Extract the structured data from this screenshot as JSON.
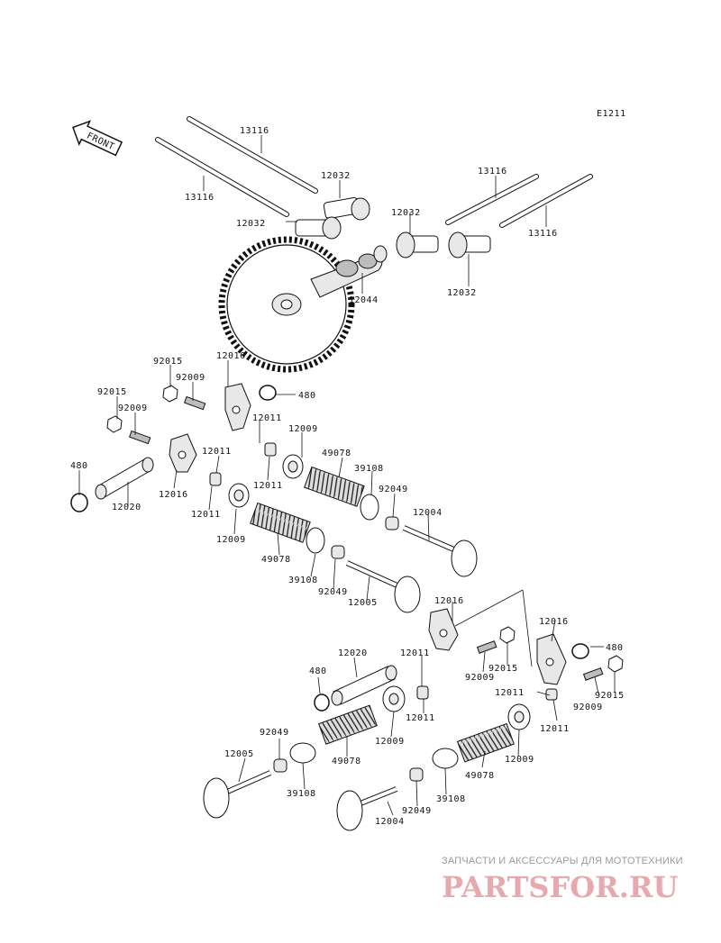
{
  "diagram_code": "E1211",
  "front_label": "FRONT",
  "labels": {
    "pushrod_a": "13116",
    "pushrod_b": "13116",
    "pushrod_c": "13116",
    "pushrod_d": "13116",
    "lifter_a": "12032",
    "lifter_b": "12032",
    "lifter_c": "12032",
    "lifter_d": "12032",
    "camshaft": "12044",
    "nut_a": "92015",
    "nut_b": "92015",
    "nut_c": "92015",
    "nut_d": "92015",
    "screw_a": "92009",
    "screw_b": "92009",
    "screw_c": "92009",
    "screw_d": "92009",
    "rocker_a": "12016",
    "rocker_b": "12016",
    "rocker_c": "12016",
    "rocker_d": "12016",
    "circlip_a": "480",
    "circlip_b": "480",
    "circlip_c": "480",
    "circlip_d": "480",
    "shaft_a": "12020",
    "shaft_b": "12020",
    "cap_a": "12011",
    "cap_b": "12011",
    "cap_c": "12011",
    "cap_d": "12011",
    "cap_e": "12011",
    "cap_f": "12011",
    "retainer_a": "12009",
    "retainer_b": "12009",
    "retainer_c": "12009",
    "retainer_d": "12009",
    "spring_a": "49078",
    "spring_b": "49078",
    "spring_c": "49078",
    "spring_d": "49078",
    "seat_a": "39108",
    "seat_b": "39108",
    "seat_c": "39108",
    "seat_d": "39108",
    "seal_a": "92049",
    "seal_b": "92049",
    "seal_c": "92049",
    "seal_d": "92049",
    "valve_in_a": "12004",
    "valve_in_b": "12004",
    "valve_ex_a": "12005",
    "valve_ex_b": "12005"
  },
  "watermark": {
    "tagline": "ЗАПЧАСТИ И АКСЕССУАРЫ ДЛЯ МОТОТЕХНИКИ",
    "logo": "PARTSFOR.RU"
  }
}
